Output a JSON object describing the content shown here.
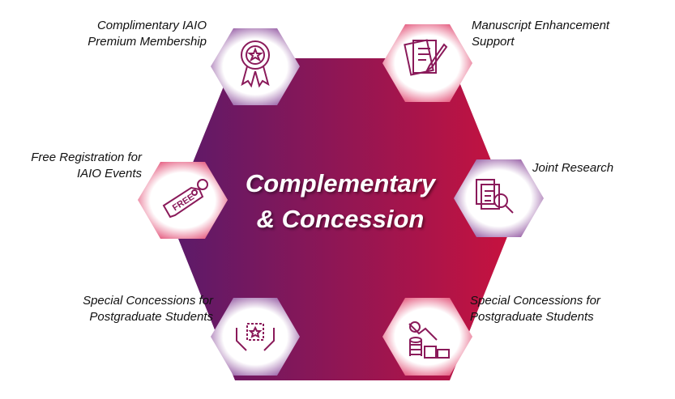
{
  "title": {
    "line1": "Complementary",
    "line2": "& Concession"
  },
  "items": [
    {
      "label1": "Complimentary IAIO",
      "label2": "Premium Membership",
      "icon": "award-badge-icon"
    },
    {
      "label1": "Manuscript Enhancement",
      "label2": "Support",
      "icon": "document-edit-icon"
    },
    {
      "label1": "Free Registration for",
      "label2": "IAIO Events",
      "icon": "free-tag-icon",
      "tag": "FREE"
    },
    {
      "label1": "Joint Research",
      "label2": "",
      "icon": "document-search-icon"
    },
    {
      "label1": "Special Concessions for",
      "label2": "Postgraduate Students",
      "icon": "hands-star-icon"
    },
    {
      "label1": "Special Concessions for",
      "label2": "Postgraduate Students",
      "icon": "coins-down-icon"
    }
  ],
  "colors": {
    "purple": "#5a1a6a",
    "crimson": "#c8123e"
  }
}
